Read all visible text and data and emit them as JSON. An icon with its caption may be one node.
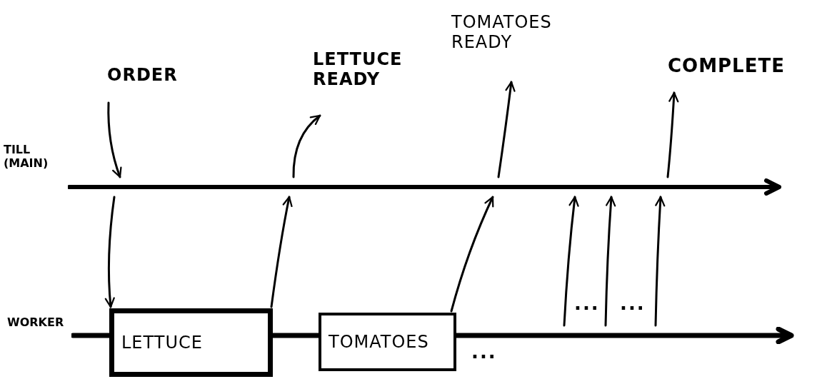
{
  "diagram": {
    "nodes": [
      {
        "text": [
          "ORDER"
        ]
      },
      {
        "text": [
          "LETTUCE READY"
        ]
      },
      {
        "text": [
          "TOMATOES READY"
        ]
      },
      {
        "text": [
          "COMPLETE"
        ]
      },
      {
        "text": [],
        "shape": "line",
        "beside": [
          "TILL (MAIN)"
        ]
      },
      {
        "text": [],
        "shape": "line",
        "beside": [
          "WORKER"
        ]
      },
      {
        "text": [
          "LETTUCE"
        ]
      },
      {
        "text": [
          "TOMATOES"
        ]
      }
    ],
    "edges": [
      {
        "from": 0,
        "to": 4,
        "arrow": "to"
      },
      {
        "from": 4,
        "to": 6,
        "arrow": "to"
      },
      {
        "from": 6,
        "to": 4,
        "arrow": "to"
      },
      {
        "from": 4,
        "to": 1,
        "arrow": "to"
      },
      {
        "from": 7,
        "to": 4,
        "arrow": "to"
      },
      {
        "from": 4,
        "to": 2,
        "arrow": "to"
      },
      {
        "from": 5,
        "to": 4,
        "arrow": "to"
      },
      {
        "from": 5,
        "to": 4,
        "arrow": "to"
      },
      {
        "from": 5,
        "to": 4,
        "arrow": "to"
      },
      {
        "from": 4,
        "to": 3,
        "arrow": "to"
      }
    ],
    "labels": [
      "...",
      "...",
      "..."
    ]
  }
}
